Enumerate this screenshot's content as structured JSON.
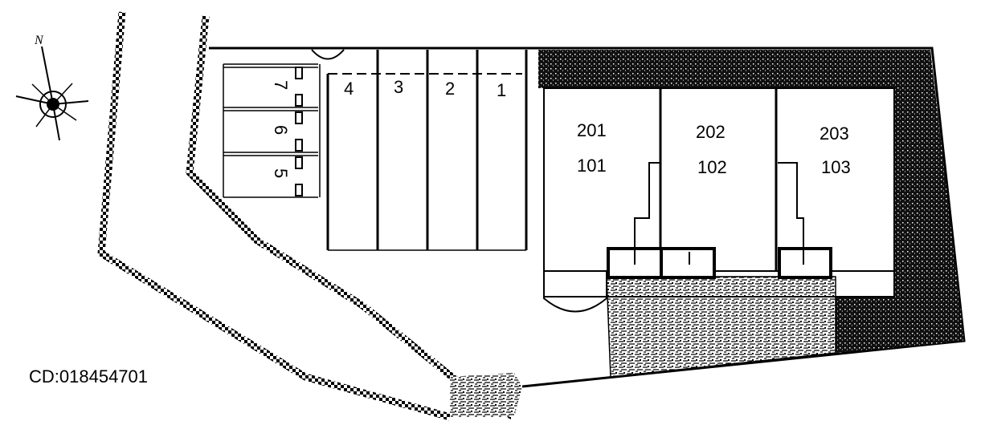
{
  "plan": {
    "code": "CD:018454701",
    "north": "N",
    "units": {
      "u201": "201",
      "u101": "101",
      "u202": "202",
      "u102": "102",
      "u203": "203",
      "u103": "103"
    },
    "parking": {
      "p1": "1",
      "p2": "2",
      "p3": "3",
      "p4": "4",
      "p5": "5",
      "p6": "6",
      "p7": "7"
    },
    "colors": {
      "line": "#000000",
      "background": "#ffffff"
    }
  }
}
